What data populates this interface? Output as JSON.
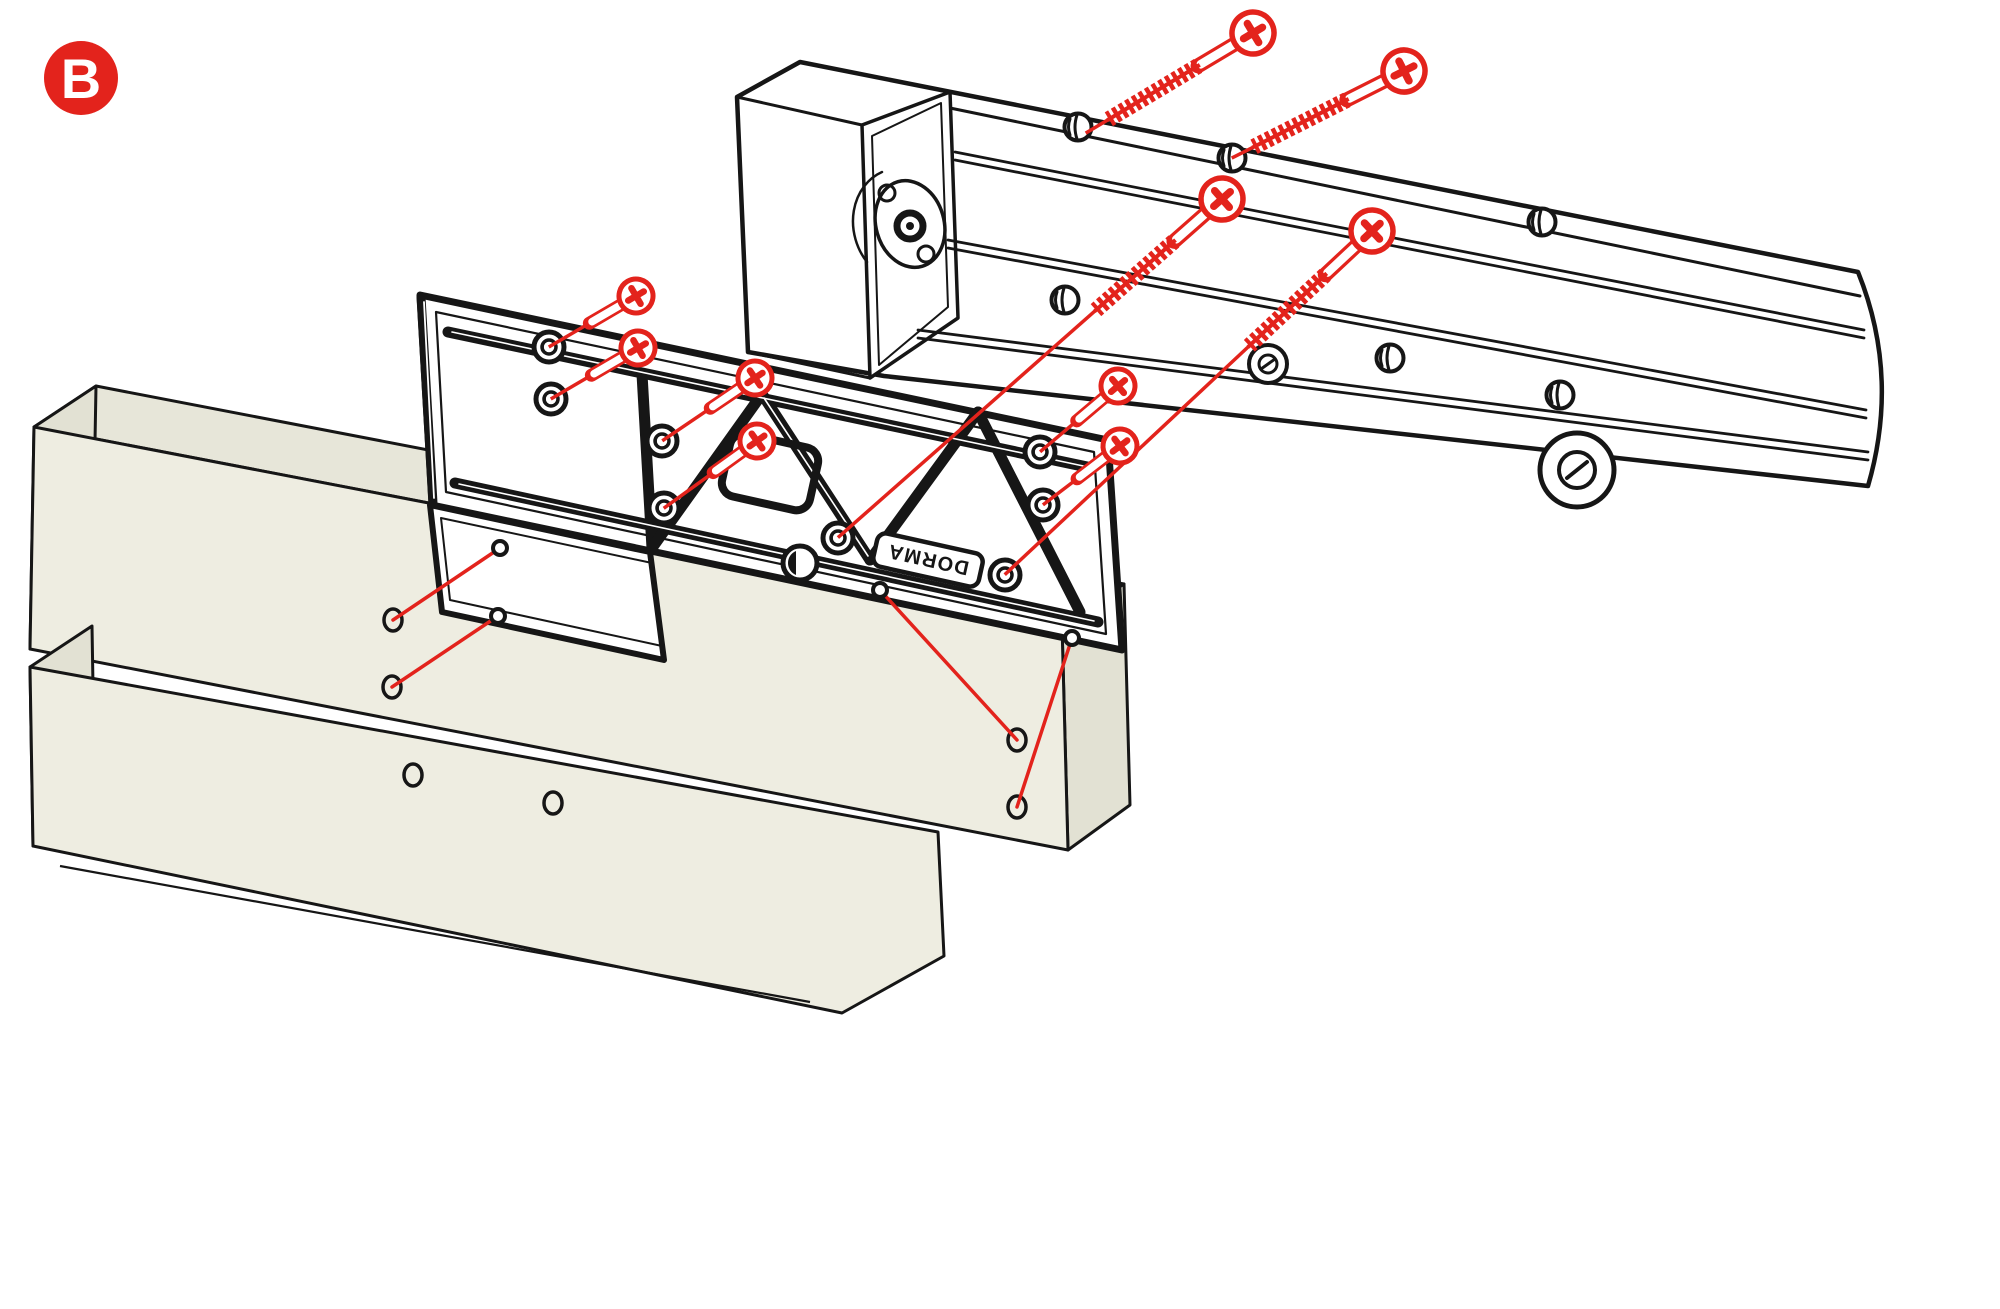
{
  "figure": {
    "kind": "exploded assembly diagram",
    "subject": "overhead door closer body and mounting plate fastened to door with screws"
  },
  "badge": {
    "label": "B"
  },
  "plate": {
    "logo_text": "DORMA"
  },
  "counts": {
    "long_machine_screws": 4,
    "short_wood_screws": 6,
    "door_pilot_holes": 6
  },
  "colors": {
    "accent_red": "#e3231c",
    "ink": "#161616",
    "door_face": "#eeede1",
    "door_top": "#e7e6d9",
    "door_edge": "#e2e1d3",
    "background": "#ffffff"
  }
}
